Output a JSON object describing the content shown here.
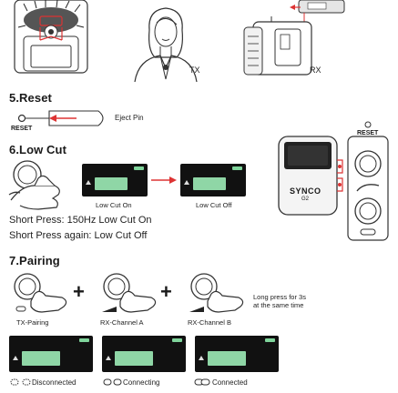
{
  "top_figures": {
    "tx_label": "TX",
    "rx_label": "RX"
  },
  "reset": {
    "heading": "5.Reset",
    "reset_label": "RESET",
    "eject_pin_label": "Eject Pin"
  },
  "low_cut": {
    "heading": "6.Low Cut",
    "on_caption": "Low Cut On",
    "off_caption": "Low Cut Off",
    "line1": "Short Press: 150Hz Low Cut On",
    "line2": "Short Press again: Low Cut Off",
    "device": {
      "brand": "SYNCO",
      "model": "G2",
      "reset_label": "RESET"
    }
  },
  "pairing": {
    "heading": "7.Pairing",
    "step1_caption": "TX-Pairing",
    "step2_caption": "RX-Channel A",
    "step3_caption": "RX-Channel B",
    "note_line1": "Long press for 3s",
    "note_line2": "at the same time",
    "plus_sign": "+",
    "status_disconnected": "Disconnected",
    "status_connecting": "Connecting",
    "status_connected": "Connected"
  }
}
